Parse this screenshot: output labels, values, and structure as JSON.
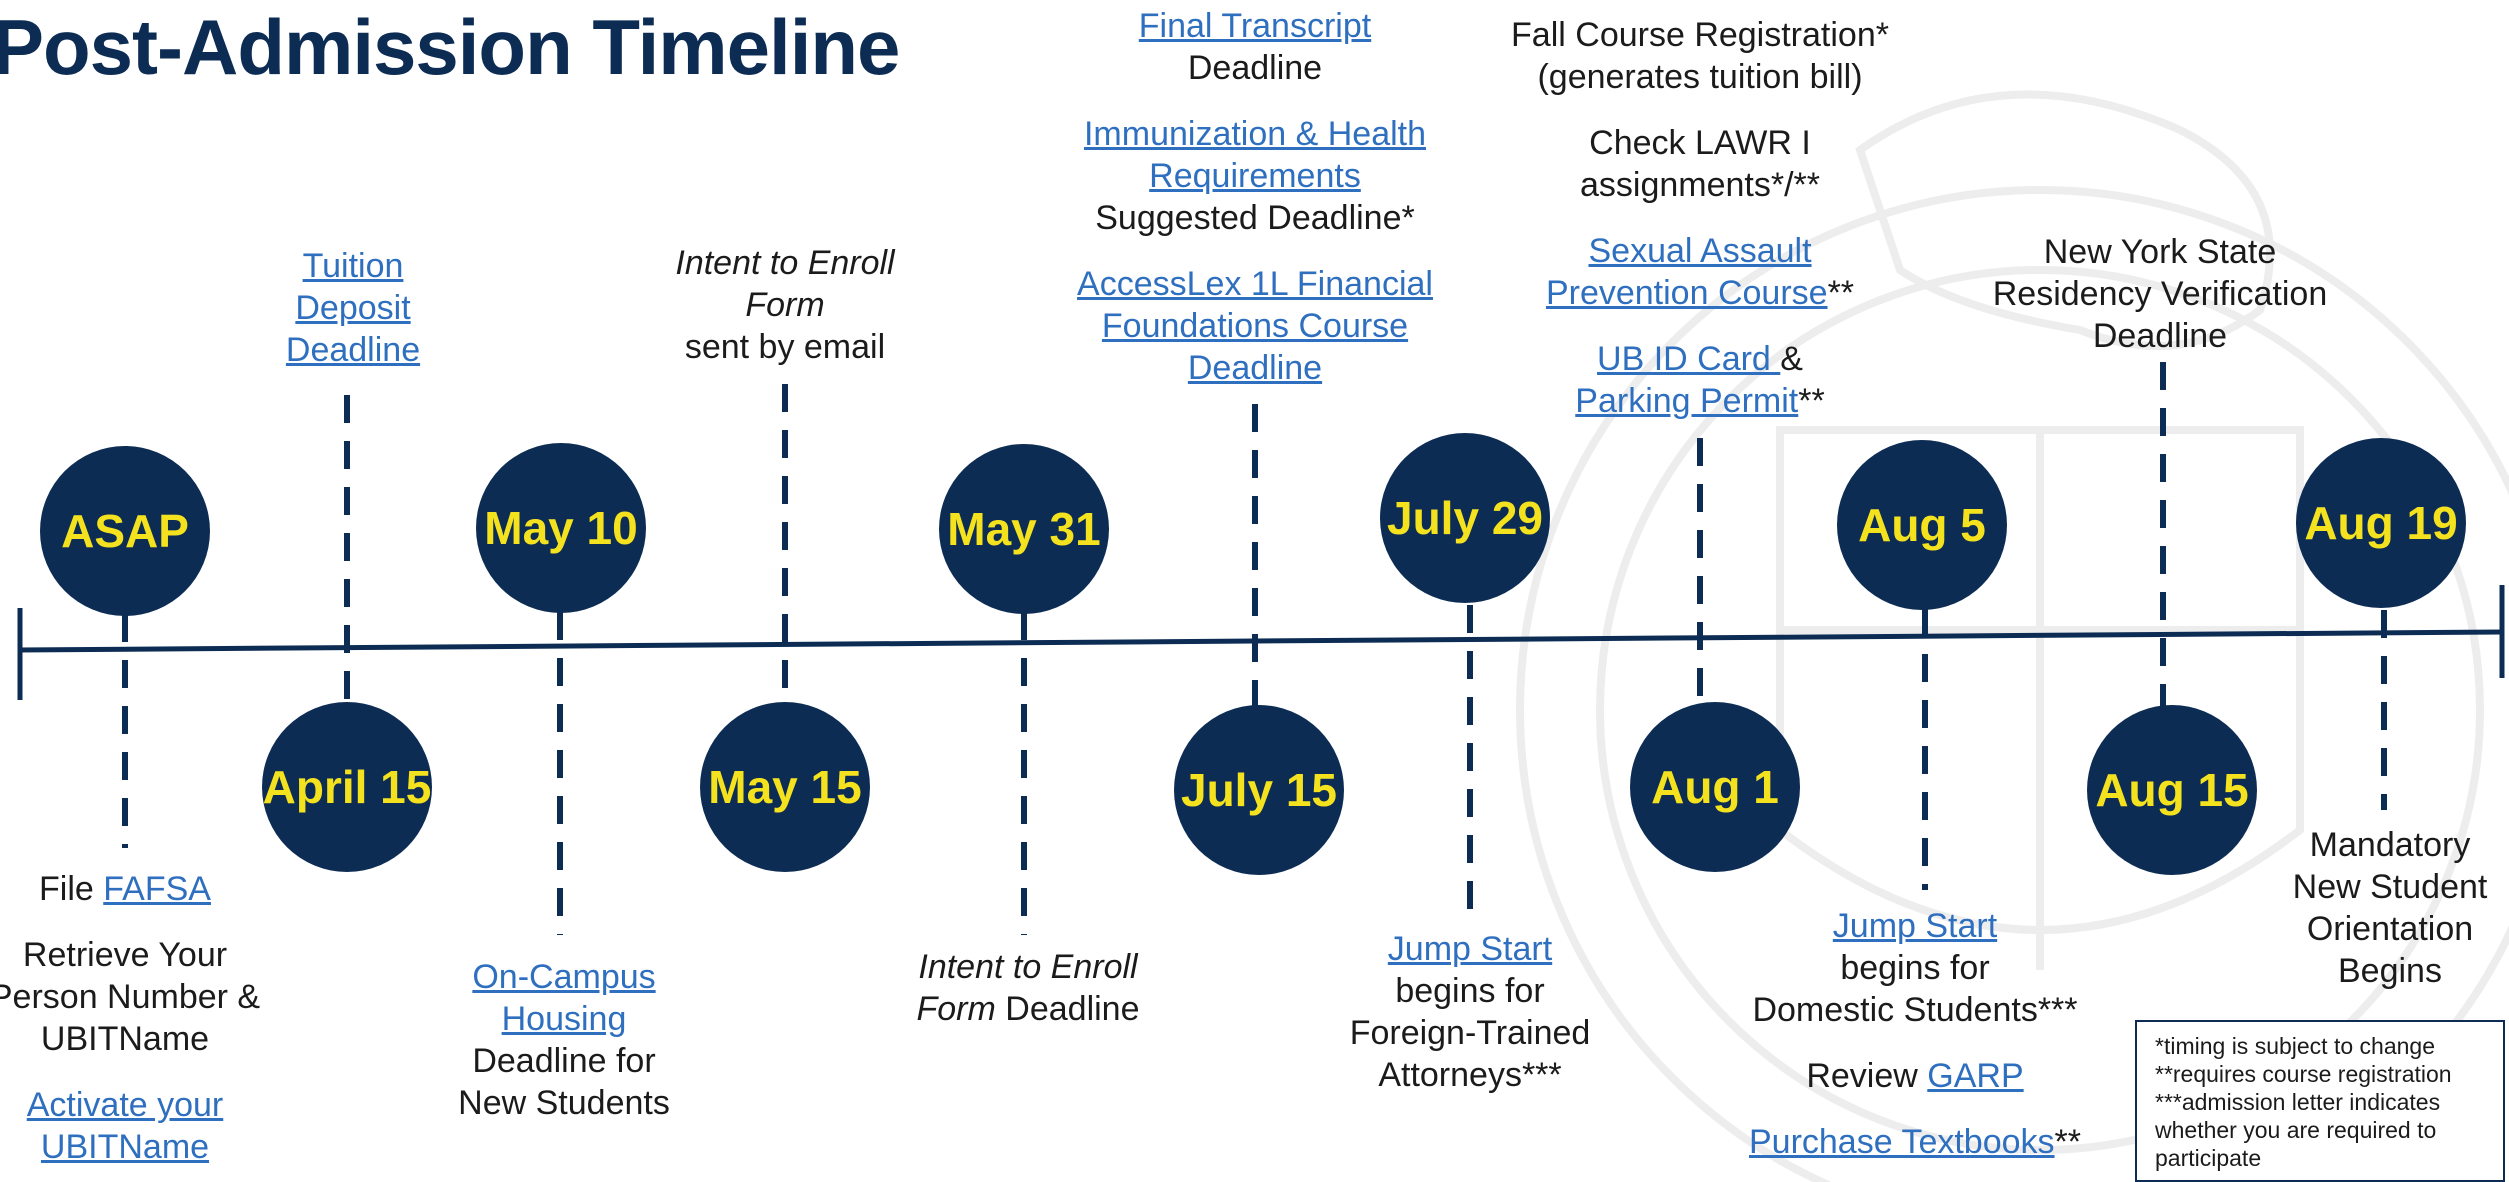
{
  "title": "Post-Admission Timeline",
  "dates": {
    "asap": "ASAP",
    "apr15": "April 15",
    "may10": "May 10",
    "may15": "May 15",
    "may31": "May 31",
    "jul15": "July 15",
    "jul29": "July 29",
    "aug1": "Aug 1",
    "aug5": "Aug 5",
    "aug15": "Aug 15",
    "aug19": "Aug 19"
  },
  "events": {
    "asap": {
      "file": "File ",
      "fafsa": "FAFSA",
      "retrieve_1": "Retrieve Your",
      "retrieve_2": "Person Number &",
      "retrieve_3": "UBITName",
      "activate_1": "Activate your",
      "activate_2": "UBITName"
    },
    "apr15": {
      "line_1": "Tuition",
      "line_2": "Deposit",
      "line_3": "Deadline"
    },
    "may10": {
      "link_1": "On-Campus",
      "link_2": "Housing",
      "text_1": "Deadline for",
      "text_2": "New Students"
    },
    "may15": {
      "italic_1": "Intent to Enroll",
      "italic_2": "Form",
      "text": "sent by email"
    },
    "may31": {
      "italic_1": "Intent to Enroll",
      "italic_2": "Form",
      "text": " Deadline"
    },
    "jul15": {
      "transcript_link": "Final Transcript",
      "transcript_text": "Deadline",
      "immun_1": "Immunization & Health",
      "immun_2": "Requirements",
      "immun_text": "Suggested Deadline*",
      "lex_1": "AccessLex 1L Financial",
      "lex_2": "Foundations Course",
      "lex_3": "Deadline"
    },
    "jul29": {
      "link": "Jump Start",
      "text_1": "begins for",
      "text_2": "Foreign-Trained",
      "text_3": "Attorneys***"
    },
    "aug1": {
      "reg_1": "Fall Course Registration*",
      "reg_2": "(generates tuition bill)",
      "lawr_1": "Check LAWR I",
      "lawr_2": "assignments*/**",
      "sexual_1": "Sexual Assault",
      "sexual_2": "Prevention Course",
      "sexual_suffix": "**",
      "ubid": "UB ID Card ",
      "amp": "&",
      "parking": "Parking Permit",
      "parking_suffix": "**"
    },
    "aug5": {
      "link": "Jump Start",
      "text_1": "begins for",
      "text_2": "Domestic Students***",
      "review": "Review ",
      "garp": "GARP",
      "textbooks": "Purchase Textbooks",
      "textbooks_suffix": "**"
    },
    "aug15": {
      "line_1": "New York State",
      "line_2": "Residency Verification",
      "line_3": "Deadline"
    },
    "aug19": {
      "line_1": "Mandatory",
      "line_2": "New Student",
      "line_3": "Orientation",
      "line_4": "Begins"
    }
  },
  "legend": {
    "line_1": "*timing is subject to change",
    "line_2": "**requires course registration",
    "line_3": "***admission letter indicates",
    "line_4": "whether you are required to",
    "line_5": "participate"
  },
  "colors": {
    "navy": "#0d2c54",
    "yellow": "#f4e21f",
    "link": "#2f6fbf"
  }
}
